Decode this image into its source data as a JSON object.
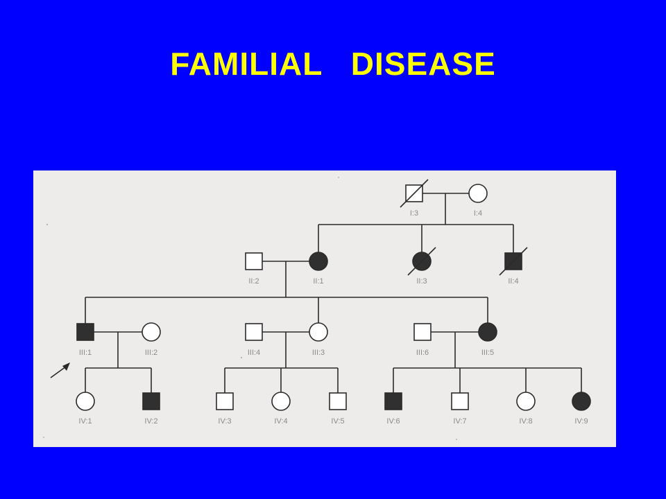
{
  "slide": {
    "title": "FAMILIAL   DISEASE",
    "title_color": "#ffff00",
    "background_color": "#0000ff"
  },
  "pedigree": {
    "panel_color": "#eeecea",
    "line_color": "#2a2a2a",
    "affected_fill": "#303030",
    "individuals": [
      {
        "id": "I:3",
        "label": "I:3",
        "sex": "male",
        "affected": false,
        "deceased": true
      },
      {
        "id": "I:4",
        "label": "I:4",
        "sex": "female",
        "affected": false,
        "deceased": false
      },
      {
        "id": "II:2",
        "label": "II:2",
        "sex": "male",
        "affected": false,
        "deceased": false
      },
      {
        "id": "II:1",
        "label": "II:1",
        "sex": "female",
        "affected": true,
        "deceased": false
      },
      {
        "id": "II:3",
        "label": "II:3",
        "sex": "female",
        "affected": true,
        "deceased": true
      },
      {
        "id": "II:4",
        "label": "II:4",
        "sex": "male",
        "affected": true,
        "deceased": true
      },
      {
        "id": "III:1",
        "label": "III:1",
        "sex": "male",
        "affected": true,
        "deceased": false,
        "proband": true
      },
      {
        "id": "III:2",
        "label": "III:2",
        "sex": "female",
        "affected": false,
        "deceased": false
      },
      {
        "id": "III:4",
        "label": "III:4",
        "sex": "male",
        "affected": false,
        "deceased": false
      },
      {
        "id": "III:3",
        "label": "III:3",
        "sex": "female",
        "affected": false,
        "deceased": false
      },
      {
        "id": "III:6",
        "label": "III:6",
        "sex": "male",
        "affected": false,
        "deceased": false
      },
      {
        "id": "III:5",
        "label": "III:5",
        "sex": "female",
        "affected": true,
        "deceased": false
      },
      {
        "id": "IV:1",
        "label": "IV:1",
        "sex": "female",
        "affected": false,
        "deceased": false
      },
      {
        "id": "IV:2",
        "label": "IV:2",
        "sex": "male",
        "affected": true,
        "deceased": false
      },
      {
        "id": "IV:3",
        "label": "IV:3",
        "sex": "male",
        "affected": false,
        "deceased": false
      },
      {
        "id": "IV:4",
        "label": "IV:4",
        "sex": "female",
        "affected": false,
        "deceased": false
      },
      {
        "id": "IV:5",
        "label": "IV:5",
        "sex": "male",
        "affected": false,
        "deceased": false
      },
      {
        "id": "IV:6",
        "label": "IV:6",
        "sex": "male",
        "affected": true,
        "deceased": false
      },
      {
        "id": "IV:7",
        "label": "IV:7",
        "sex": "male",
        "affected": false,
        "deceased": false
      },
      {
        "id": "IV:8",
        "label": "IV:8",
        "sex": "female",
        "affected": false,
        "deceased": false
      },
      {
        "id": "IV:9",
        "label": "IV:9",
        "sex": "female",
        "affected": true,
        "deceased": false
      }
    ],
    "couples": [
      {
        "partners": [
          "I:3",
          "I:4"
        ],
        "children": [
          "II:1",
          "II:3",
          "II:4"
        ]
      },
      {
        "partners": [
          "II:2",
          "II:1"
        ],
        "children": [
          "III:1",
          "III:3",
          "III:5"
        ]
      },
      {
        "partners": [
          "III:1",
          "III:2"
        ],
        "children": [
          "IV:1",
          "IV:2"
        ]
      },
      {
        "partners": [
          "III:4",
          "III:3"
        ],
        "children": [
          "IV:3",
          "IV:4",
          "IV:5"
        ]
      },
      {
        "partners": [
          "III:6",
          "III:5"
        ],
        "children": [
          "IV:6",
          "IV:7",
          "IV:8",
          "IV:9"
        ]
      }
    ]
  }
}
